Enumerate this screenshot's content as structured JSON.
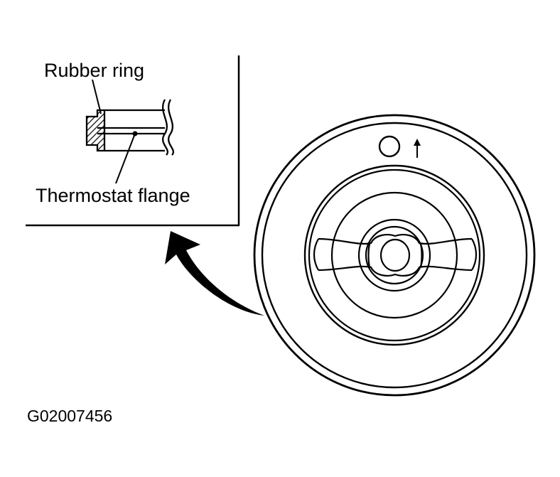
{
  "labels": {
    "rubber_ring": "Rubber ring",
    "thermostat_flange": "Thermostat flange",
    "figure_code": "G02007456"
  },
  "colors": {
    "ink": "#000000",
    "paper": "#ffffff"
  }
}
